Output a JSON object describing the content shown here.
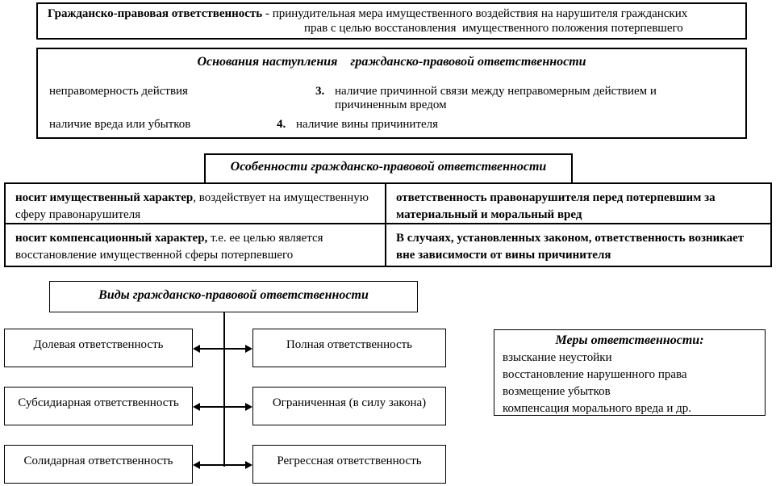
{
  "definition": {
    "term": "Гражданско-правовая ответственность",
    "rest_line1": " - принудительная мера имущественного воздействия на нарушителя гражданских",
    "rest_line2": "прав с целью восстановления  имущественного положения потерпевшего"
  },
  "grounds": {
    "title": "Основания наступления    гражданско-правовой ответственности",
    "item1": "неправомерность действия",
    "item2": "наличие вреда или убытков",
    "item3_num": "3.",
    "item3_text": "наличие причинной связи между неправомерным действием и причиненным вредом",
    "item4_num": "4.",
    "item4_text": "наличие вины причинителя"
  },
  "features": {
    "title": "Особенности гражданско-правовой ответственности",
    "cells": [
      {
        "bold": "носит имущественный характер",
        "rest": ", воздействует на имущественную сферу правонарушителя"
      },
      {
        "bold": "ответственность правонарушителя перед потерпевшим за материальный и моральный вред",
        "rest": ""
      },
      {
        "bold": "носит компенсационный характер,",
        "rest": " т.е. ее целью является восстановление имущественной сферы потерпевшего"
      },
      {
        "bold": "В случаях, установленных законом, ответственность возникает вне зависимости от вины причинителя",
        "rest": ""
      }
    ]
  },
  "types": {
    "title": "Виды гражданско-правовой ответственности",
    "left": [
      "Долевая ответственность",
      "Субсидиарная ответственность",
      "Солидарная ответственность"
    ],
    "right": [
      "Полная ответственность",
      "Ограниченная (в силу закона)",
      "Регрессная ответственность"
    ]
  },
  "measures": {
    "title": "Меры ответственности:",
    "items": [
      "взыскание неустойки",
      "восстановление нарушенного права",
      "возмещение убытков",
      "компенсация морального вреда и др."
    ]
  },
  "colors": {
    "border": "#000000",
    "background": "#ffffff",
    "text": "#000000"
  }
}
